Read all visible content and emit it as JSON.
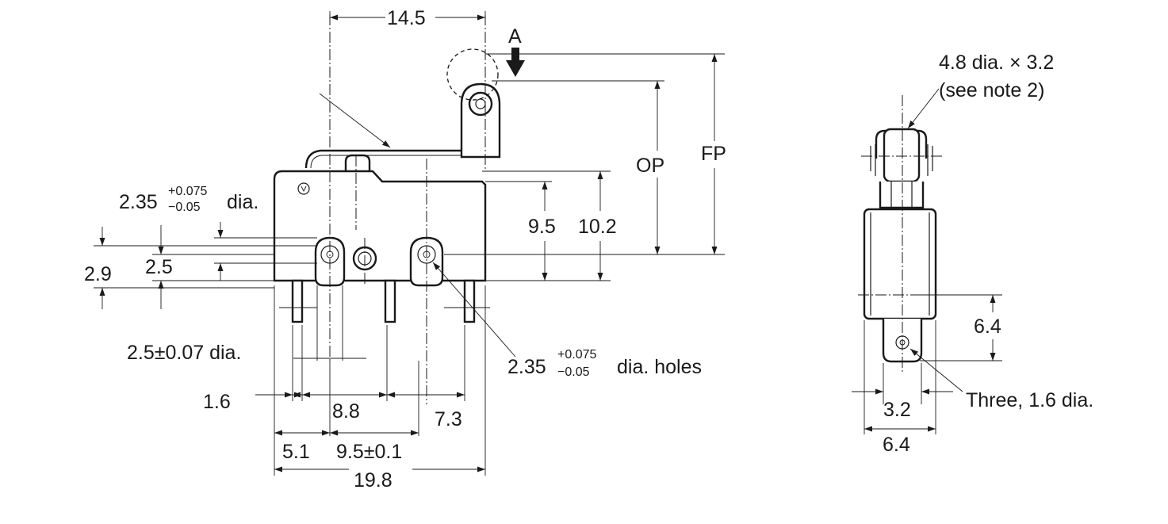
{
  "side_view": {
    "dim_top_width": "14.5",
    "actuation_arrow_label": "A",
    "op_label": "OP",
    "fp_label": "FP",
    "dim_9_5": "9.5",
    "dim_10_2": "10.2",
    "mount_hole_dia": {
      "base": "2.35",
      "tol_plus": "+0.075",
      "tol_minus": "−0.05",
      "suffix": "dia."
    },
    "dim_2_9": "2.9",
    "dim_2_5": "2.5",
    "pin_hole_dia": "2.5±0.07 dia.",
    "mount_holes_note": {
      "base": "2.35",
      "tol_plus": "+0.075",
      "tol_minus": "−0.05",
      "suffix": "dia. holes"
    },
    "dim_1_6": "1.6",
    "dim_8_8": "8.8",
    "dim_7_3": "7.3",
    "dim_5_1": "5.1",
    "dim_9_5_tol": "9.5±0.1",
    "dim_19_8": "19.8"
  },
  "end_view": {
    "roller_note_line1": "4.8 dia. × 3.2",
    "roller_note_line2": "(see note 2)",
    "dim_6_4_vertical": "6.4",
    "terminals_note": "Three, 1.6 dia.",
    "dim_3_2": "3.2",
    "dim_6_4_width": "6.4"
  }
}
